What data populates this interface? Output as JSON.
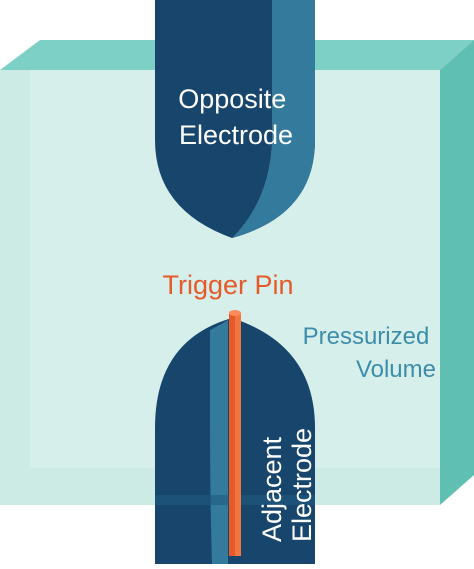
{
  "diagram": {
    "labels": {
      "opposite_electrode": [
        "Opposite",
        "Electrode"
      ],
      "trigger_pin": "Trigger Pin",
      "pressurized_volume": [
        "Pressurized",
        "Volume"
      ],
      "adjacent_electrode": [
        "Adjacent",
        "Electrode"
      ]
    },
    "colors": {
      "volume_front": "#ccebe5",
      "volume_top": "#7dd0c5",
      "volume_side": "#5fbfb3",
      "electrode_dark": "#17456b",
      "electrode_light": "#347a9c",
      "electrode_label": "#ffffff",
      "trigger_pin": "#e65a2a",
      "trigger_pin_light": "#ff8a5c",
      "volume_label": "#3d8daa"
    }
  }
}
